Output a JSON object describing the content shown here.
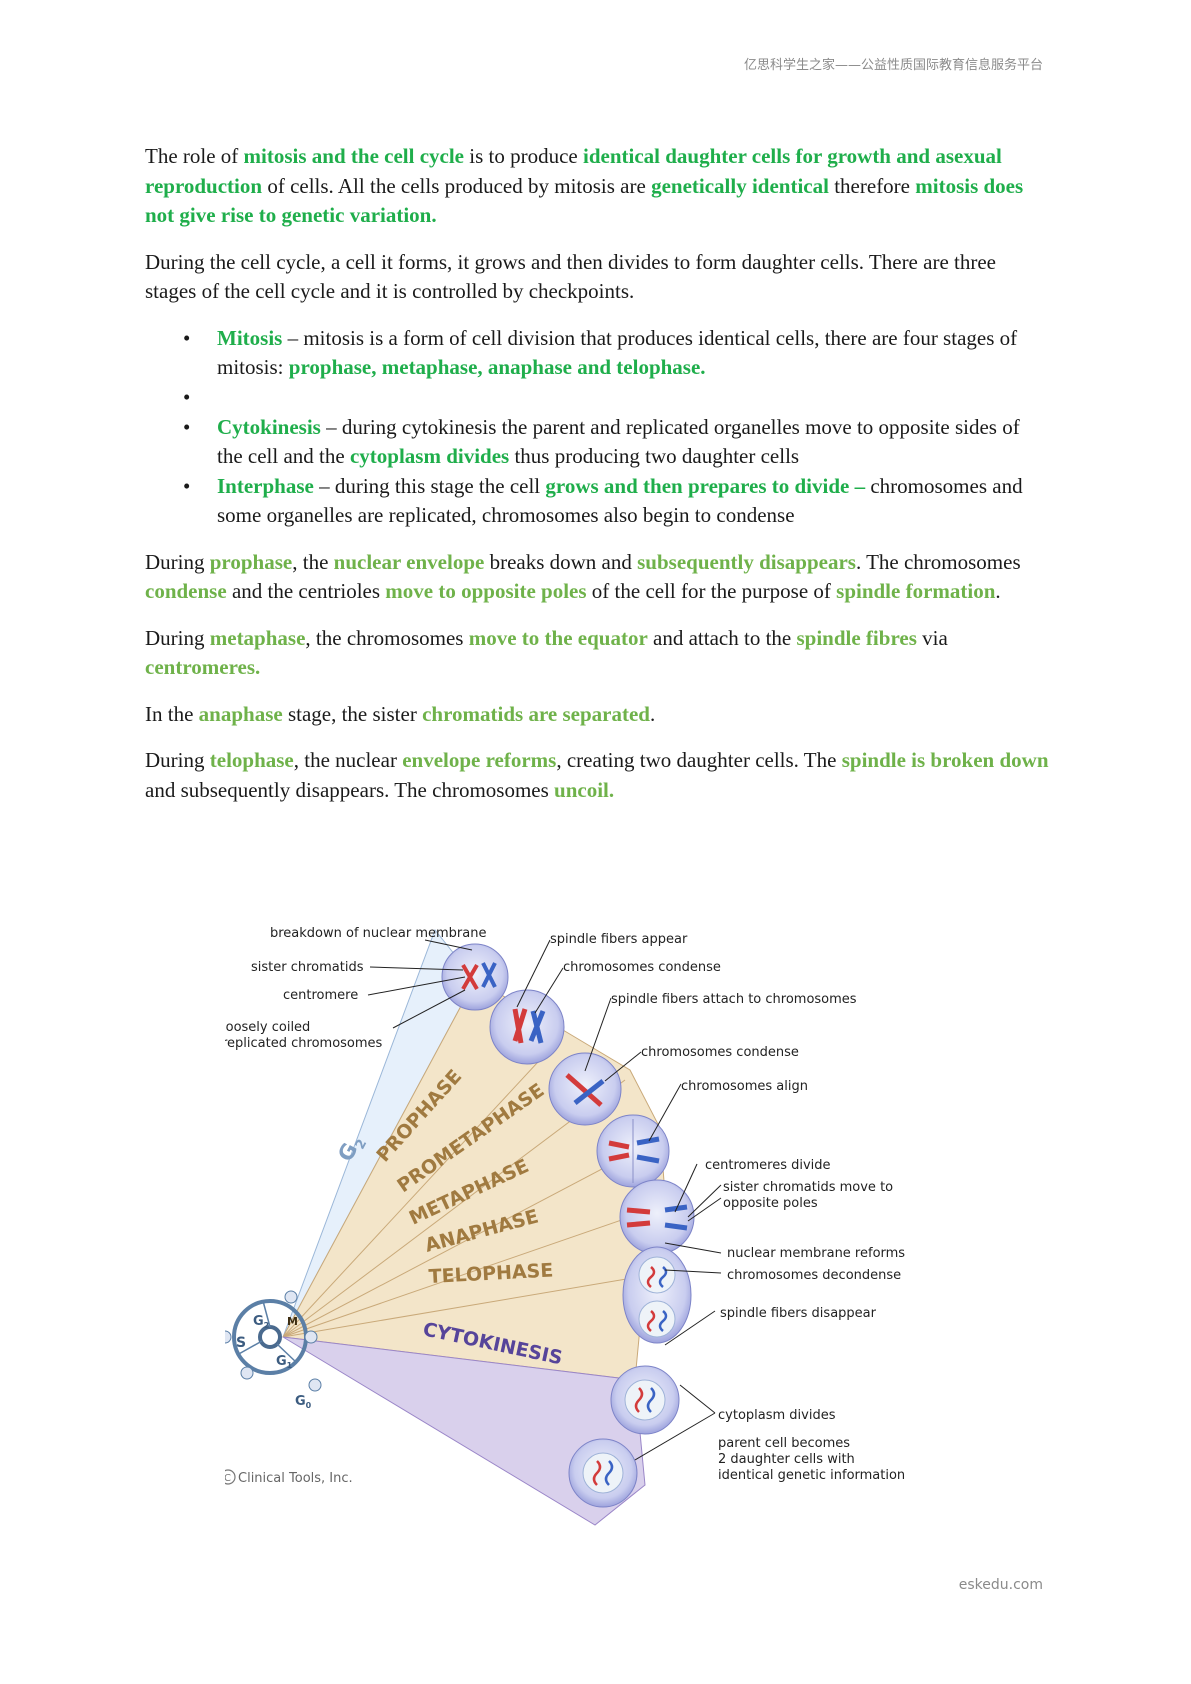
{
  "header": {
    "text": "亿思科学生之家——公益性质国际教育信息服务平台"
  },
  "footer": {
    "text": "eskedu.com"
  },
  "para1": {
    "t1": "The role of ",
    "h1": "mitosis and the cell cycle",
    "t2": " is to produce ",
    "h2": "identical daughter cells for growth and asexual reproduction",
    "t3": " of cells.  All the cells produced by mitosis are ",
    "h3": "genetically identical",
    "t4": " therefore ",
    "h4": "mitosis does not give rise to genetic variation."
  },
  "para2": {
    "text": "During the cell cycle, a cell it forms, it grows and then divides to form daughter cells. There are three stages of the cell cycle and it is controlled by checkpoints."
  },
  "bullets": {
    "mitosis": {
      "h1": "Mitosis",
      "t1": " – mitosis is a form of cell division that produces identical cells, there are four stages of mitosis: ",
      "h2": "prophase, metaphase, anaphase and telophase."
    },
    "cytokinesis": {
      "h1": "Cytokinesis",
      "t1": " – during cytokinesis the parent and replicated organelles move to opposite sides of the cell and the ",
      "h2": "cytoplasm divides",
      "t2": " thus producing two daughter cells"
    },
    "interphase": {
      "h1": "Interphase",
      "t1": " – during this stage the cell ",
      "h2": "grows and then prepares to divide –",
      "t2": " chromosomes and some organelles are replicated, chromosomes also begin to condense"
    }
  },
  "prophase": {
    "t1": "During ",
    "h1": "prophase",
    "t2": ", the ",
    "h2": "nuclear envelope",
    "t3": " breaks down and ",
    "h3": "subsequently disappears",
    "t4": ". The chromosomes ",
    "h4": "condense",
    "t5": " and the centrioles ",
    "h5": "move to opposite poles",
    "t6": " of the cell for the purpose of ",
    "h6": "spindle formation",
    "t7": "."
  },
  "metaphase": {
    "t1": "During ",
    "h1": "metaphase",
    "t2": ", the chromosomes ",
    "h2": "move to the equator",
    "t3": " and attach to the ",
    "h3": "spindle fibres",
    "t4": " via ",
    "h4": "centromeres."
  },
  "anaphase": {
    "t1": "In the ",
    "h1": "anaphase",
    "t2": " stage, the sister ",
    "h2": "chromatids are separated",
    "t3": "."
  },
  "telophase": {
    "t1": "During ",
    "h1": "telophase",
    "t2": ", the nuclear ",
    "h2": "envelope reforms",
    "t3": ", creating two daughter cells. The ",
    "h3": "spindle is broken down",
    "t4": " and subsequently disappears. The chromosomes ",
    "h4": "uncoil."
  },
  "figure": {
    "labels": {
      "breakdown": "breakdown of nuclear membrane",
      "spindle_appear": "spindle fibers appear",
      "sister": "sister chromatids",
      "chrom_condense1": "chromosomes condense",
      "centromere": "centromere",
      "spindle_attach": "spindle fibers attach to chromosomes",
      "loosely1": "loosely coiled",
      "loosely2": "replicated chromosomes",
      "chrom_condense2": "chromosomes condense",
      "chrom_align": "chromosomes align",
      "centromeres_divide": "centromeres divide",
      "sister_move1": "sister chromatids move to",
      "sister_move2": "opposite poles",
      "nuclear_reforms": "nuclear membrane reforms",
      "decondense": "chromosomes decondense",
      "spindle_disappear": "spindle fibers disappear",
      "cyto_divides": "cytoplasm divides",
      "parent1": "parent cell becomes",
      "parent2": "2 daughter cells with",
      "parent3": "identical genetic information",
      "copyright": "Clinical Tools, Inc."
    },
    "phases": {
      "g2": "G",
      "prophase": "PROPHASE",
      "prometaphase": "PROMETAPHASE",
      "metaphase": "METAPHASE",
      "anaphase": "ANAPHASE",
      "telophase": "TELOPHASE",
      "cytokinesis": "CYTOKINESIS"
    },
    "cycle": {
      "g2": "G",
      "s": "S",
      "g1": "G",
      "g0": "G",
      "m": "M",
      "sub2": "2",
      "sub1": "1",
      "sub0": "0"
    }
  }
}
